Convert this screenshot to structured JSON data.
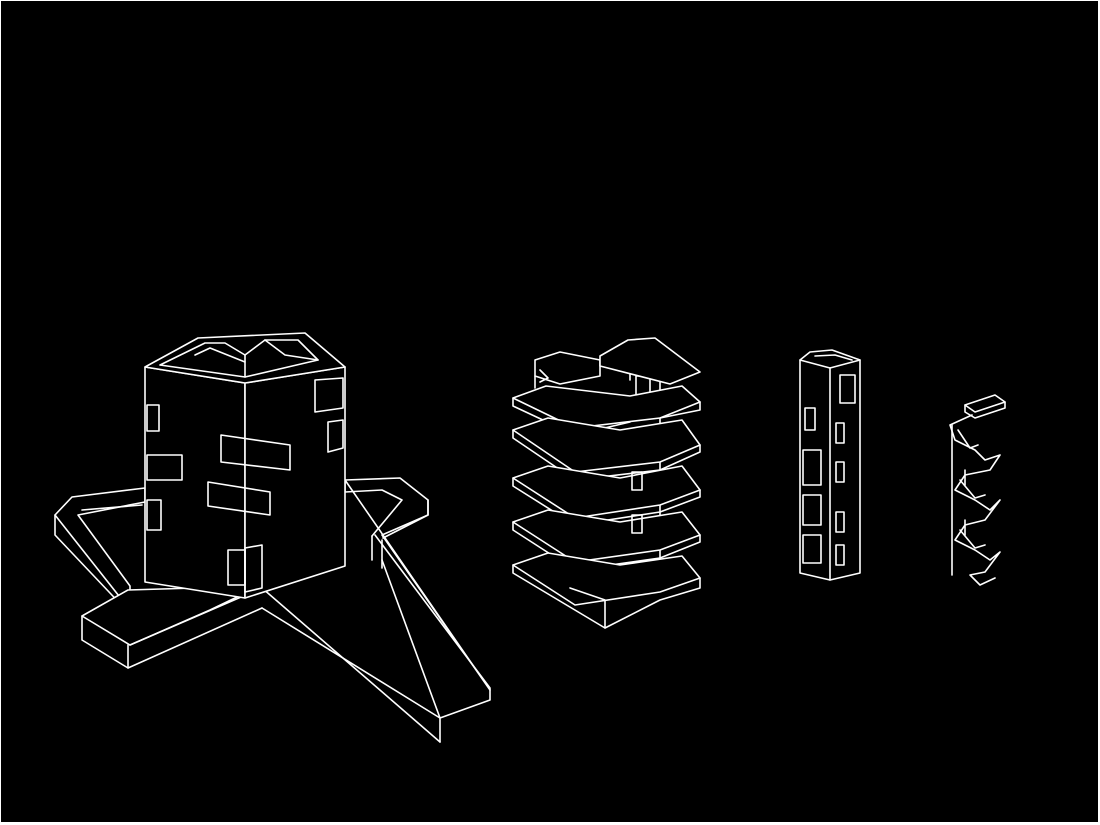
{
  "diagram": {
    "background_color": "#000000",
    "line_color": "#ffffff",
    "models": [
      {
        "name": "tower-with-ramps",
        "description_visible": false
      },
      {
        "name": "stacked-floor-plates",
        "description_visible": false
      },
      {
        "name": "circulation-core",
        "description_visible": false
      },
      {
        "name": "spiral-stair",
        "description_visible": false
      }
    ]
  }
}
